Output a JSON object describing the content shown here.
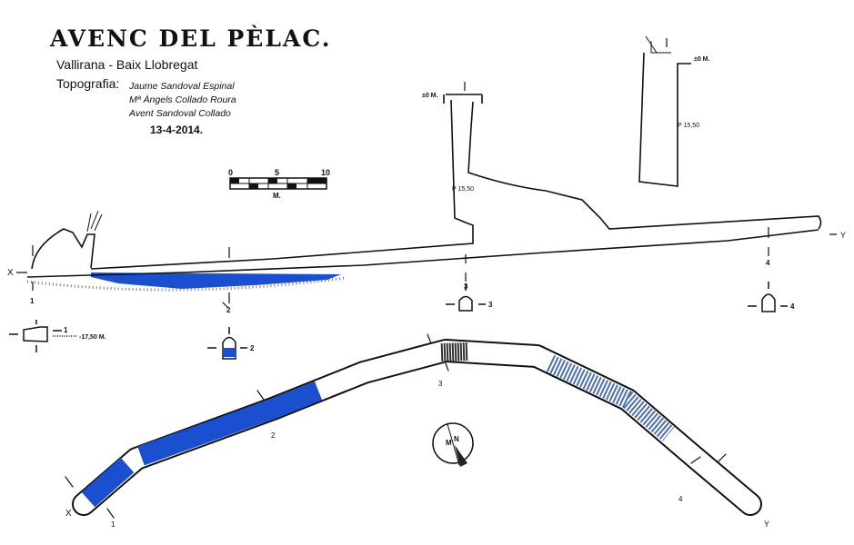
{
  "header": {
    "title": "AVENC DEL PÈLAC.",
    "location": "Vallirana - Baix Llobregat",
    "topography_label": "Topografia:",
    "surveyors": [
      "Jaume Sandoval Espinal",
      "Mª Àngels Collado Roura",
      "Avent Sandoval Collado"
    ],
    "date": "13-4-2014."
  },
  "scale": {
    "ticks": [
      "0",
      "5",
      "10"
    ],
    "unit": "M."
  },
  "profile": {
    "start_label": "X",
    "end_label": "Y",
    "datum_labels": [
      "±0 M.",
      "±0 M."
    ],
    "pit_labels": [
      "P 15,50",
      "P 15,50"
    ],
    "section_labels": [
      "1",
      "2",
      "3",
      "4"
    ],
    "depth_label": "-17,50 M."
  },
  "plan": {
    "start_label": "X",
    "end_label": "Y",
    "section_labels": [
      "1",
      "2",
      "3",
      "4"
    ],
    "compass_labels": [
      "N",
      "M"
    ]
  },
  "colors": {
    "water": "#1a4fd0",
    "ink": "#111111"
  }
}
